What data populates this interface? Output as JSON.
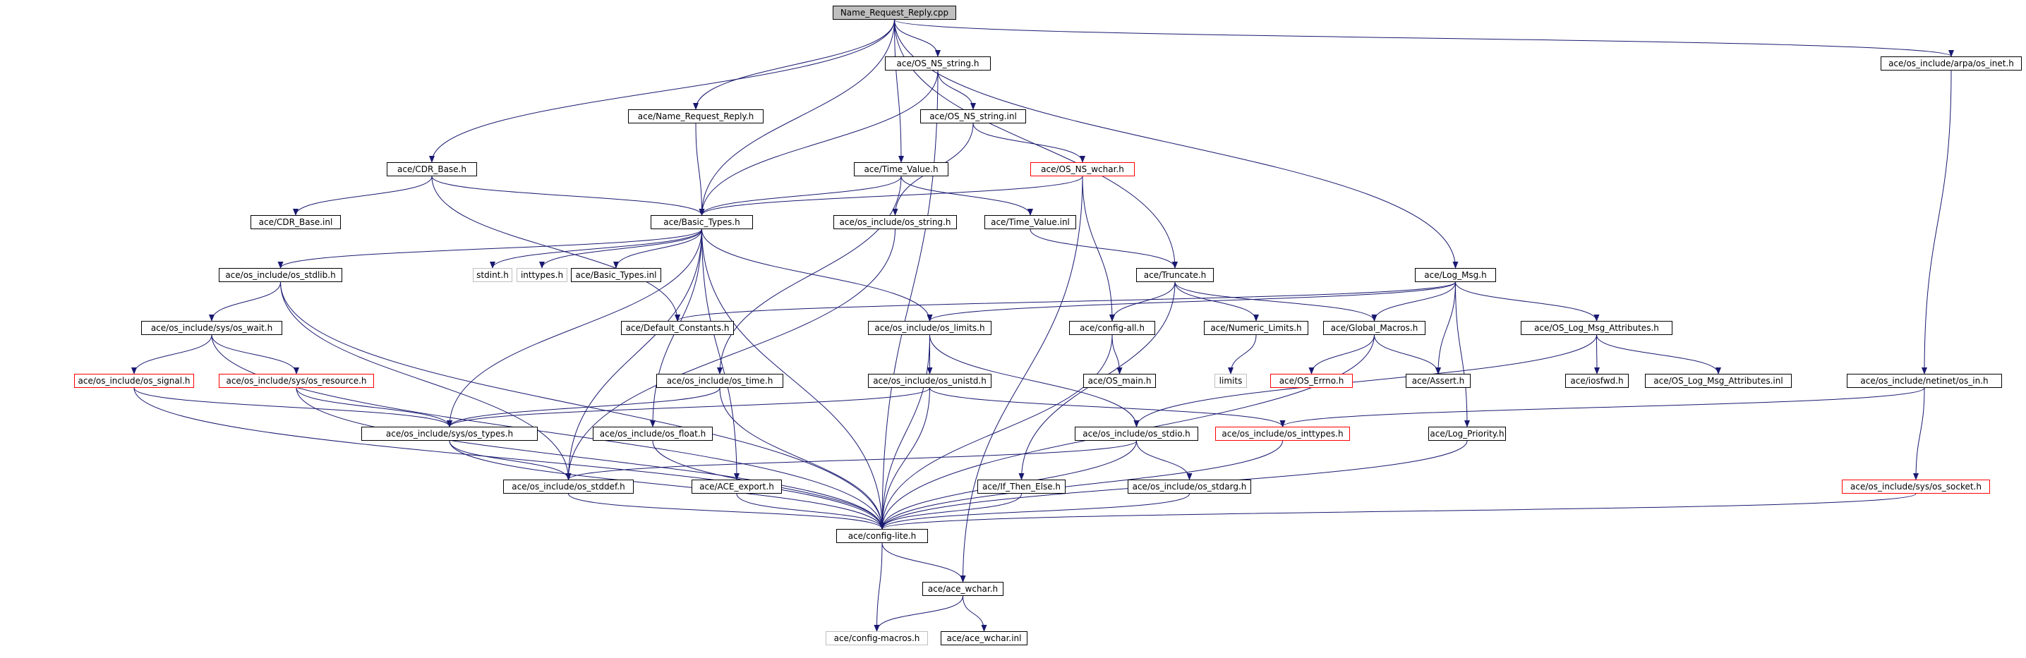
{
  "graph": {
    "colors": {
      "edge": "#191970",
      "root_fill": "#bfbfbf",
      "truncated_border": "#ff0000",
      "external_border": "#bfbfbf"
    },
    "nodes": [
      {
        "id": "n1",
        "label": "Name_Request_Reply.cpp",
        "style": "root"
      },
      {
        "id": "n2",
        "label": "ace/OS_NS_string.h",
        "style": "normal"
      },
      {
        "id": "n3",
        "label": "ace/os_include/arpa/os_inet.h",
        "style": "normal"
      },
      {
        "id": "n4",
        "label": "ace/Name_Request_Reply.h",
        "style": "normal"
      },
      {
        "id": "n5",
        "label": "ace/OS_NS_string.inl",
        "style": "normal"
      },
      {
        "id": "n6",
        "label": "ace/CDR_Base.h",
        "style": "normal"
      },
      {
        "id": "n7",
        "label": "ace/Time_Value.h",
        "style": "normal"
      },
      {
        "id": "n8",
        "label": "ace/OS_NS_wchar.h",
        "style": "truncated"
      },
      {
        "id": "n9",
        "label": "ace/CDR_Base.inl",
        "style": "normal"
      },
      {
        "id": "n10",
        "label": "ace/Basic_Types.h",
        "style": "normal"
      },
      {
        "id": "n11",
        "label": "ace/os_include/os_string.h",
        "style": "normal"
      },
      {
        "id": "n12",
        "label": "ace/Time_Value.inl",
        "style": "normal"
      },
      {
        "id": "n13",
        "label": "ace/os_include/os_stdlib.h",
        "style": "normal"
      },
      {
        "id": "n14",
        "label": "stdint.h",
        "style": "external"
      },
      {
        "id": "n15",
        "label": "inttypes.h",
        "style": "external"
      },
      {
        "id": "n16",
        "label": "ace/Basic_Types.inl",
        "style": "normal"
      },
      {
        "id": "n17",
        "label": "ace/Truncate.h",
        "style": "normal"
      },
      {
        "id": "n18",
        "label": "ace/Log_Msg.h",
        "style": "normal"
      },
      {
        "id": "n19",
        "label": "ace/os_include/sys/os_wait.h",
        "style": "normal"
      },
      {
        "id": "n20",
        "label": "ace/Default_Constants.h",
        "style": "normal"
      },
      {
        "id": "n21",
        "label": "ace/os_include/os_limits.h",
        "style": "normal"
      },
      {
        "id": "n22",
        "label": "ace/config-all.h",
        "style": "normal"
      },
      {
        "id": "n23",
        "label": "ace/Numeric_Limits.h",
        "style": "normal"
      },
      {
        "id": "n24",
        "label": "ace/Global_Macros.h",
        "style": "normal"
      },
      {
        "id": "n25",
        "label": "ace/OS_Log_Msg_Attributes.h",
        "style": "normal"
      },
      {
        "id": "n26",
        "label": "ace/os_include/os_signal.h",
        "style": "truncated"
      },
      {
        "id": "n27",
        "label": "ace/os_include/sys/os_resource.h",
        "style": "truncated"
      },
      {
        "id": "n28",
        "label": "ace/os_include/os_time.h",
        "style": "normal"
      },
      {
        "id": "n29",
        "label": "ace/os_include/os_unistd.h",
        "style": "normal"
      },
      {
        "id": "n30",
        "label": "ace/OS_main.h",
        "style": "normal"
      },
      {
        "id": "n31",
        "label": "limits",
        "style": "external"
      },
      {
        "id": "n32",
        "label": "ace/OS_Errno.h",
        "style": "truncated"
      },
      {
        "id": "n33",
        "label": "ace/Assert.h",
        "style": "normal"
      },
      {
        "id": "n34",
        "label": "ace/iosfwd.h",
        "style": "normal"
      },
      {
        "id": "n35",
        "label": "ace/OS_Log_Msg_Attributes.inl",
        "style": "normal"
      },
      {
        "id": "n36",
        "label": "ace/os_include/netinet/os_in.h",
        "style": "normal"
      },
      {
        "id": "n37",
        "label": "ace/os_include/sys/os_types.h",
        "style": "normal"
      },
      {
        "id": "n38",
        "label": "ace/os_include/os_float.h",
        "style": "normal"
      },
      {
        "id": "n39",
        "label": "ace/os_include/os_stdio.h",
        "style": "normal"
      },
      {
        "id": "n40",
        "label": "ace/os_include/os_inttypes.h",
        "style": "truncated"
      },
      {
        "id": "n41",
        "label": "ace/Log_Priority.h",
        "style": "normal"
      },
      {
        "id": "n42",
        "label": "ace/os_include/os_stddef.h",
        "style": "normal"
      },
      {
        "id": "n43",
        "label": "ace/ACE_export.h",
        "style": "normal"
      },
      {
        "id": "n44",
        "label": "ace/If_Then_Else.h",
        "style": "normal"
      },
      {
        "id": "n45",
        "label": "ace/os_include/os_stdarg.h",
        "style": "normal"
      },
      {
        "id": "n46",
        "label": "ace/os_include/sys/os_socket.h",
        "style": "truncated"
      },
      {
        "id": "n47",
        "label": "ace/config-lite.h",
        "style": "normal"
      },
      {
        "id": "n48",
        "label": "ace/ace_wchar.h",
        "style": "normal"
      },
      {
        "id": "n49",
        "label": "ace/config-macros.h",
        "style": "external"
      },
      {
        "id": "n50",
        "label": "ace/ace_wchar.inl",
        "style": "normal"
      }
    ],
    "edges": [
      [
        "n1",
        "n2"
      ],
      [
        "n1",
        "n3"
      ],
      [
        "n1",
        "n4"
      ],
      [
        "n1",
        "n6"
      ],
      [
        "n1",
        "n7"
      ],
      [
        "n1",
        "n10"
      ],
      [
        "n1",
        "n17"
      ],
      [
        "n1",
        "n18"
      ],
      [
        "n2",
        "n5"
      ],
      [
        "n2",
        "n10"
      ],
      [
        "n2",
        "n47"
      ],
      [
        "n3",
        "n36"
      ],
      [
        "n4",
        "n10"
      ],
      [
        "n5",
        "n8"
      ],
      [
        "n5",
        "n11"
      ],
      [
        "n6",
        "n9"
      ],
      [
        "n6",
        "n10"
      ],
      [
        "n6",
        "n20"
      ],
      [
        "n7",
        "n10"
      ],
      [
        "n7",
        "n12"
      ],
      [
        "n7",
        "n28"
      ],
      [
        "n8",
        "n10"
      ],
      [
        "n8",
        "n22"
      ],
      [
        "n8",
        "n48"
      ],
      [
        "n10",
        "n13"
      ],
      [
        "n10",
        "n14"
      ],
      [
        "n10",
        "n15"
      ],
      [
        "n10",
        "n16"
      ],
      [
        "n10",
        "n21"
      ],
      [
        "n10",
        "n37"
      ],
      [
        "n10",
        "n38"
      ],
      [
        "n10",
        "n42"
      ],
      [
        "n10",
        "n43"
      ],
      [
        "n10",
        "n47"
      ],
      [
        "n11",
        "n42"
      ],
      [
        "n12",
        "n17"
      ],
      [
        "n13",
        "n19"
      ],
      [
        "n13",
        "n42"
      ],
      [
        "n13",
        "n47"
      ],
      [
        "n17",
        "n22"
      ],
      [
        "n17",
        "n23"
      ],
      [
        "n17",
        "n24"
      ],
      [
        "n17",
        "n44"
      ],
      [
        "n18",
        "n20"
      ],
      [
        "n18",
        "n21"
      ],
      [
        "n18",
        "n24"
      ],
      [
        "n18",
        "n25"
      ],
      [
        "n18",
        "n33"
      ],
      [
        "n18",
        "n41"
      ],
      [
        "n19",
        "n26"
      ],
      [
        "n19",
        "n27"
      ],
      [
        "n19",
        "n47"
      ],
      [
        "n21",
        "n29"
      ],
      [
        "n21",
        "n39"
      ],
      [
        "n21",
        "n47"
      ],
      [
        "n22",
        "n30"
      ],
      [
        "n22",
        "n47"
      ],
      [
        "n23",
        "n31"
      ],
      [
        "n24",
        "n32"
      ],
      [
        "n24",
        "n33"
      ],
      [
        "n24",
        "n47"
      ],
      [
        "n25",
        "n34"
      ],
      [
        "n25",
        "n35"
      ],
      [
        "n25",
        "n39"
      ],
      [
        "n26",
        "n37"
      ],
      [
        "n26",
        "n47"
      ],
      [
        "n27",
        "n37"
      ],
      [
        "n27",
        "n47"
      ],
      [
        "n28",
        "n37"
      ],
      [
        "n28",
        "n47"
      ],
      [
        "n29",
        "n37"
      ],
      [
        "n29",
        "n40"
      ],
      [
        "n29",
        "n47"
      ],
      [
        "n36",
        "n40"
      ],
      [
        "n36",
        "n46"
      ],
      [
        "n37",
        "n42"
      ],
      [
        "n37",
        "n47"
      ],
      [
        "n38",
        "n47"
      ],
      [
        "n39",
        "n42"
      ],
      [
        "n39",
        "n45"
      ],
      [
        "n39",
        "n47"
      ],
      [
        "n40",
        "n47"
      ],
      [
        "n41",
        "n47"
      ],
      [
        "n42",
        "n47"
      ],
      [
        "n43",
        "n47"
      ],
      [
        "n44",
        "n47"
      ],
      [
        "n45",
        "n47"
      ],
      [
        "n46",
        "n47"
      ],
      [
        "n47",
        "n48"
      ],
      [
        "n47",
        "n49"
      ],
      [
        "n48",
        "n49"
      ],
      [
        "n48",
        "n50"
      ]
    ]
  }
}
